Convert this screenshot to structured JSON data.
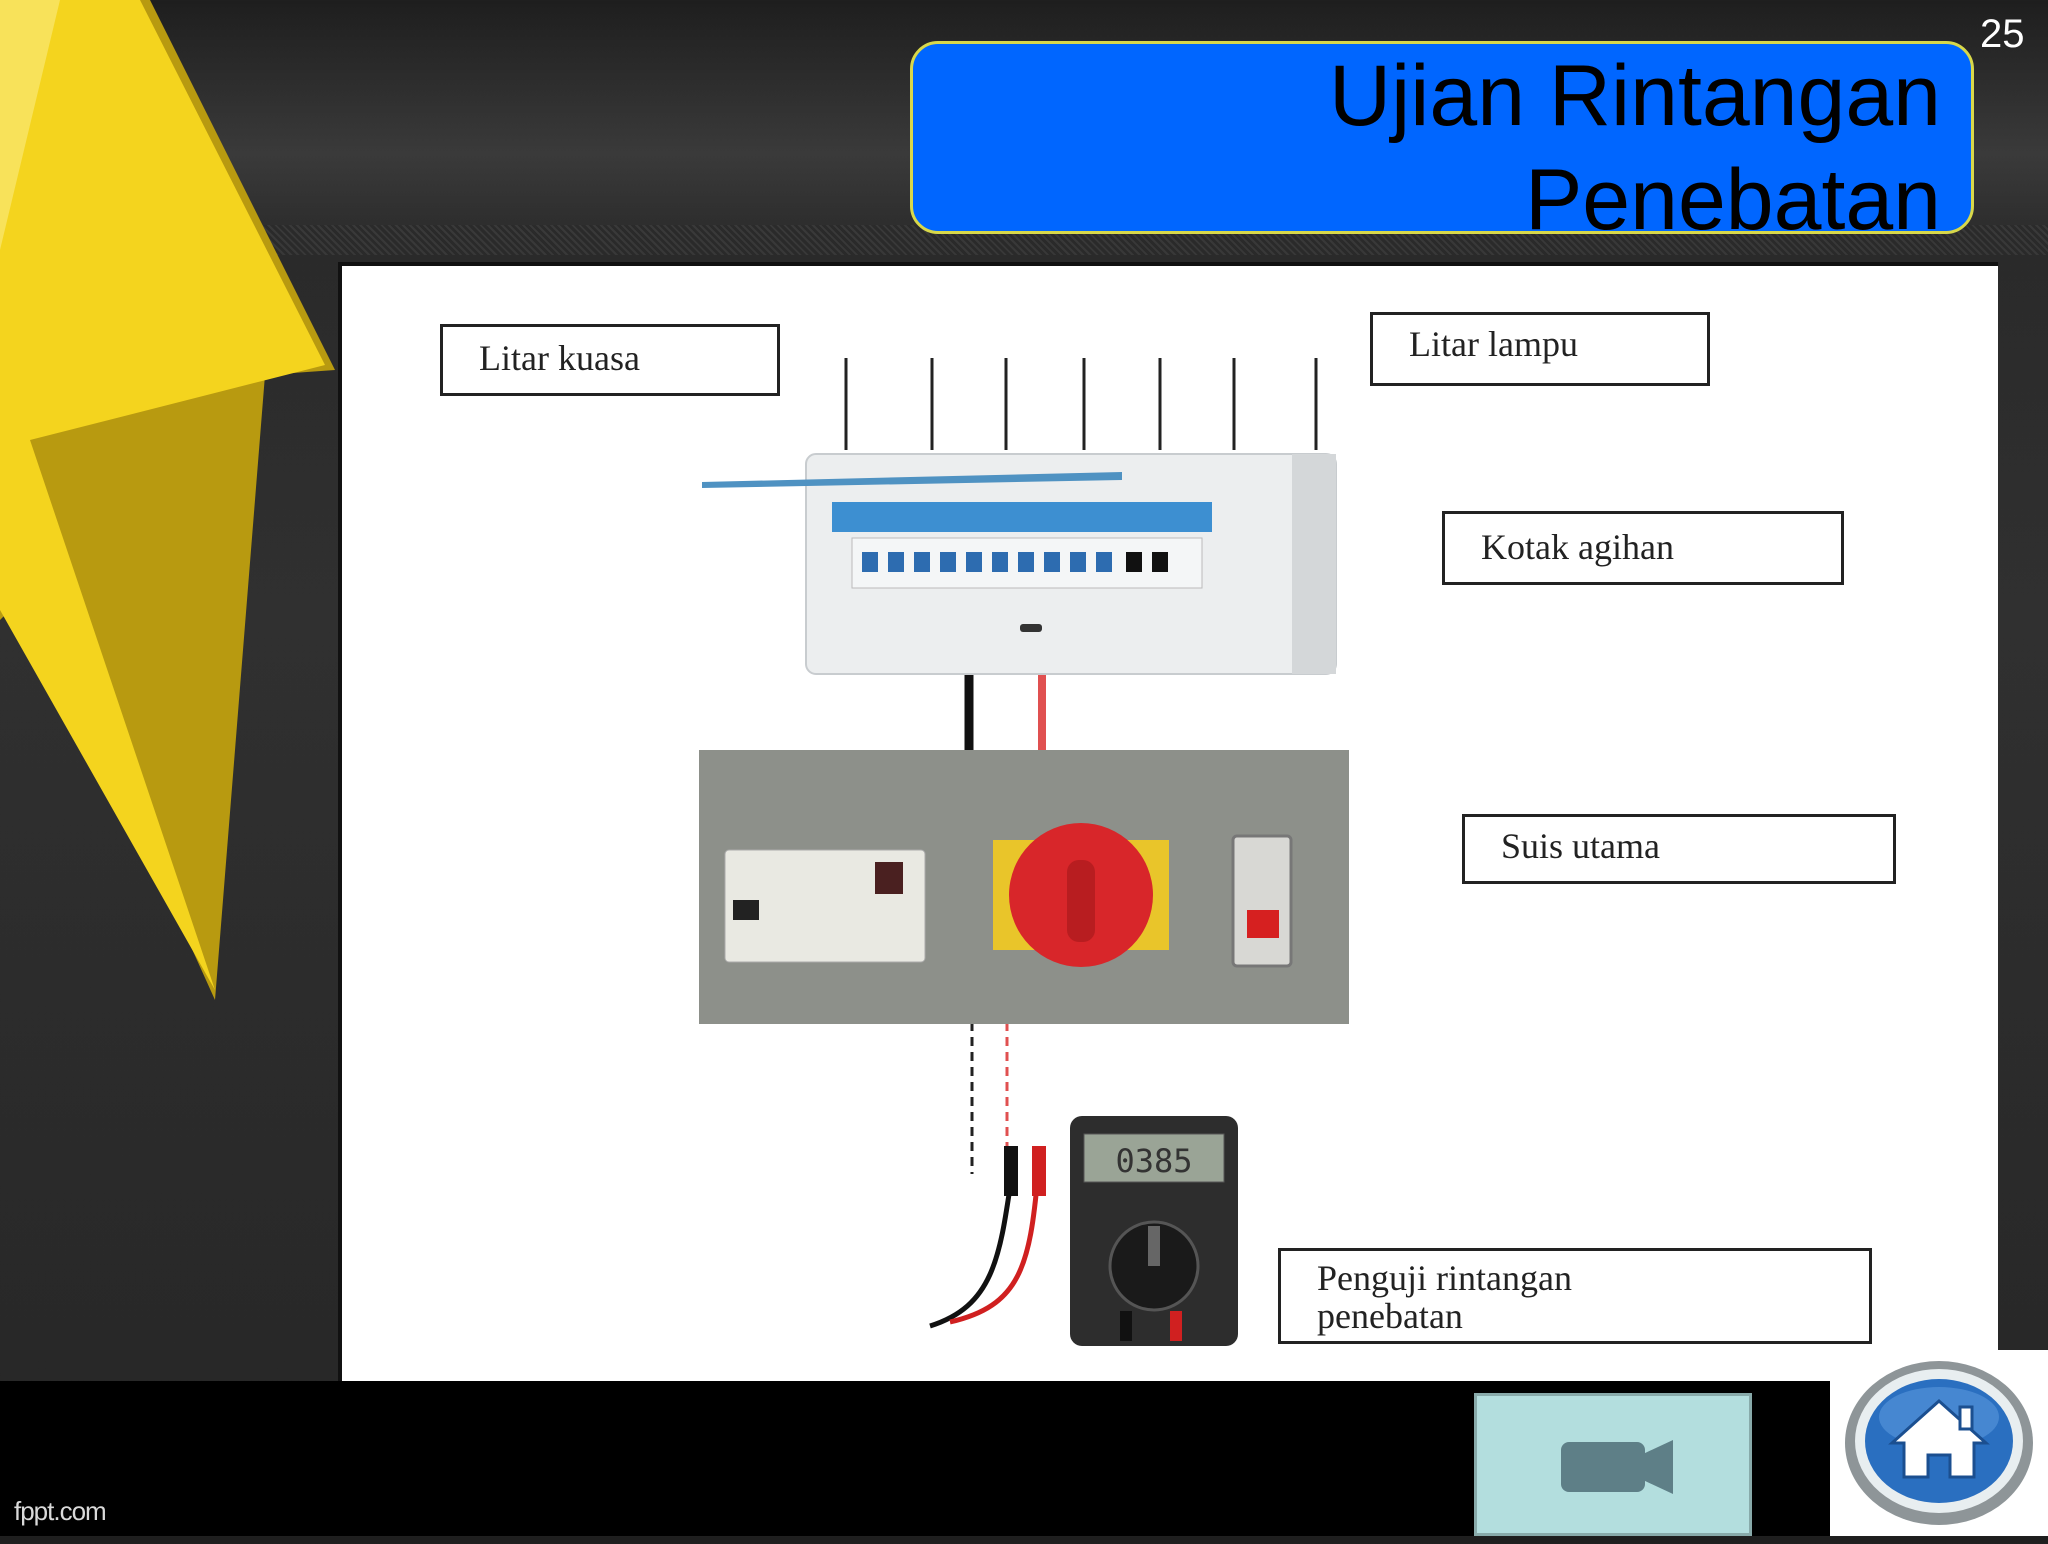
{
  "slide": {
    "number": "25",
    "title_line1": "Ujian Rintangan",
    "title_line2": "Penebatan"
  },
  "diagram": {
    "labels": {
      "power_circuit": "Litar kuasa",
      "lamp_circuit": "Litar lampu",
      "distribution_box": "Kotak agihan",
      "main_switch": "Suis utama",
      "tester_line1": "Penguji rintangan",
      "tester_line2": "penebatan"
    },
    "meter_reading": "0385"
  },
  "footer": {
    "brand": "fppt.com",
    "video_icon": "video-camera-icon",
    "home_icon": "home-icon"
  },
  "colors": {
    "title_bg": "#0066ff",
    "bolt": "#f2d41c",
    "video_button": "#b3dede",
    "home_button": "#2a6fc0"
  }
}
